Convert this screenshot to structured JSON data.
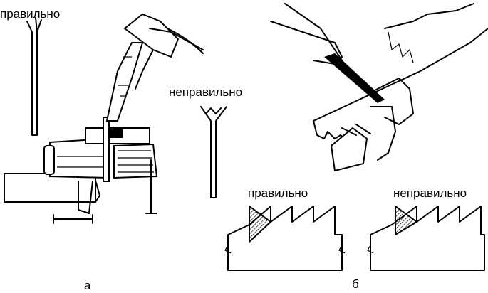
{
  "labels": {
    "left_correct": "правильно",
    "left_incorrect": "неправильно",
    "right_correct": "правильно",
    "right_incorrect": "неправильно",
    "caption_a": "а",
    "caption_b": "б"
  }
}
